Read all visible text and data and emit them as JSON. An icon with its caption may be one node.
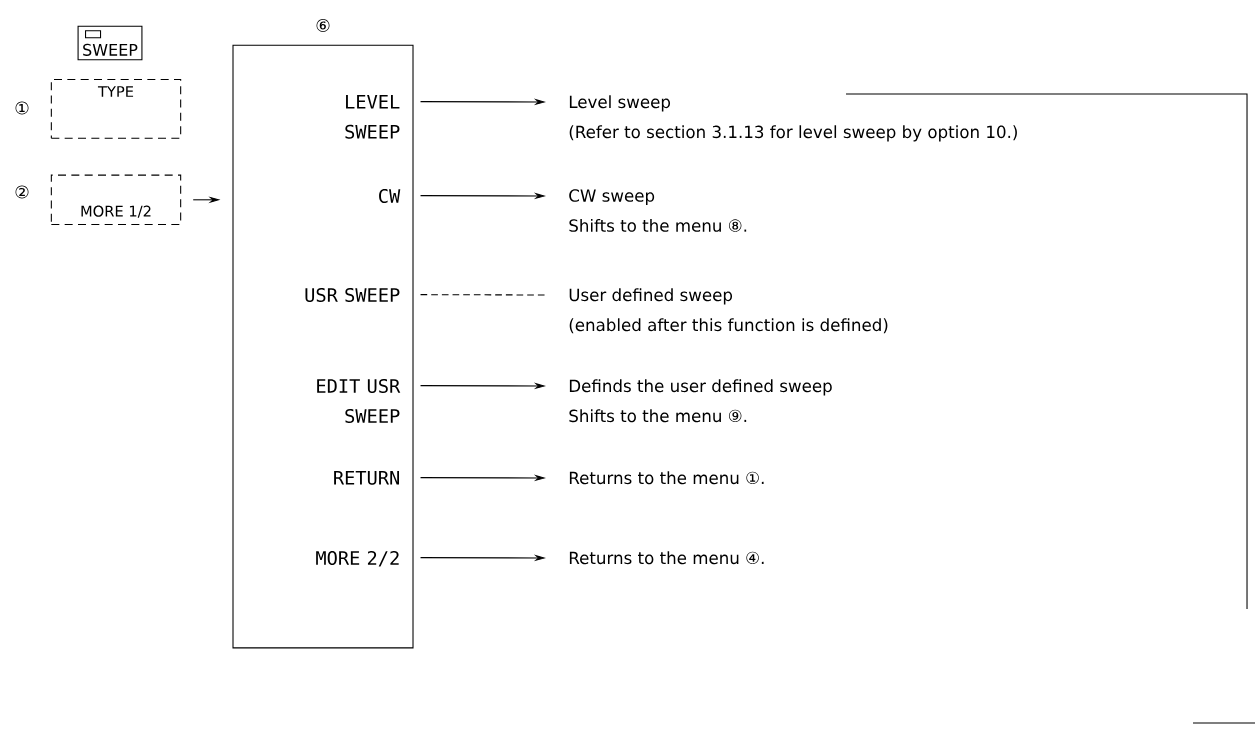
{
  "diagram": {
    "nodes": [
      {
        "text": [
          "SWEEP"
        ]
      },
      {
        "text": [
          "TYPE"
        ],
        "beside": [
          "①"
        ]
      },
      {
        "text": [
          "MORE 1/2"
        ],
        "beside": [
          "②"
        ]
      },
      {
        "text": [
          "⑥"
        ]
      },
      {
        "text": [
          "LEVEL SWEEP"
        ],
        "in": 3
      },
      {
        "text": [
          "CW"
        ],
        "in": 3
      },
      {
        "text": [
          "USR SWEEP"
        ],
        "in": 3
      },
      {
        "text": [
          "EDIT USR SWEEP"
        ],
        "in": 3
      },
      {
        "text": [
          "RETURN"
        ],
        "in": 3
      },
      {
        "text": [
          "MORE 2/2"
        ],
        "in": 3
      },
      {
        "text": [
          "Level sweep",
          "(Refer to section 3.1.13 for level sweep by option 10.)"
        ]
      },
      {
        "text": [
          "CW sweep",
          "Shifts to the menu ⑧."
        ]
      },
      {
        "text": [
          "User defined sweep",
          "(enabled after this function is defined)"
        ]
      },
      {
        "text": [
          "Definds the user defined sweep",
          "Shifts to the menu ⑨."
        ]
      },
      {
        "text": [
          "Returns to the menu ①."
        ]
      },
      {
        "text": [
          "Returns to the menu ④."
        ]
      }
    ],
    "edges": [
      {
        "from": 2,
        "to": 3,
        "arrow": "to"
      },
      {
        "from": 4,
        "to": 10,
        "arrow": "to"
      },
      {
        "from": 5,
        "to": 11,
        "arrow": "to"
      },
      {
        "from": 6,
        "to": 12,
        "arrow": "none",
        "style": "dashed"
      },
      {
        "from": 7,
        "to": 13,
        "arrow": "to"
      },
      {
        "from": 8,
        "to": 14,
        "arrow": "to"
      },
      {
        "from": 9,
        "to": 15,
        "arrow": "to"
      },
      {
        "from": 10,
        "to": null,
        "arrow": "none"
      }
    ]
  }
}
